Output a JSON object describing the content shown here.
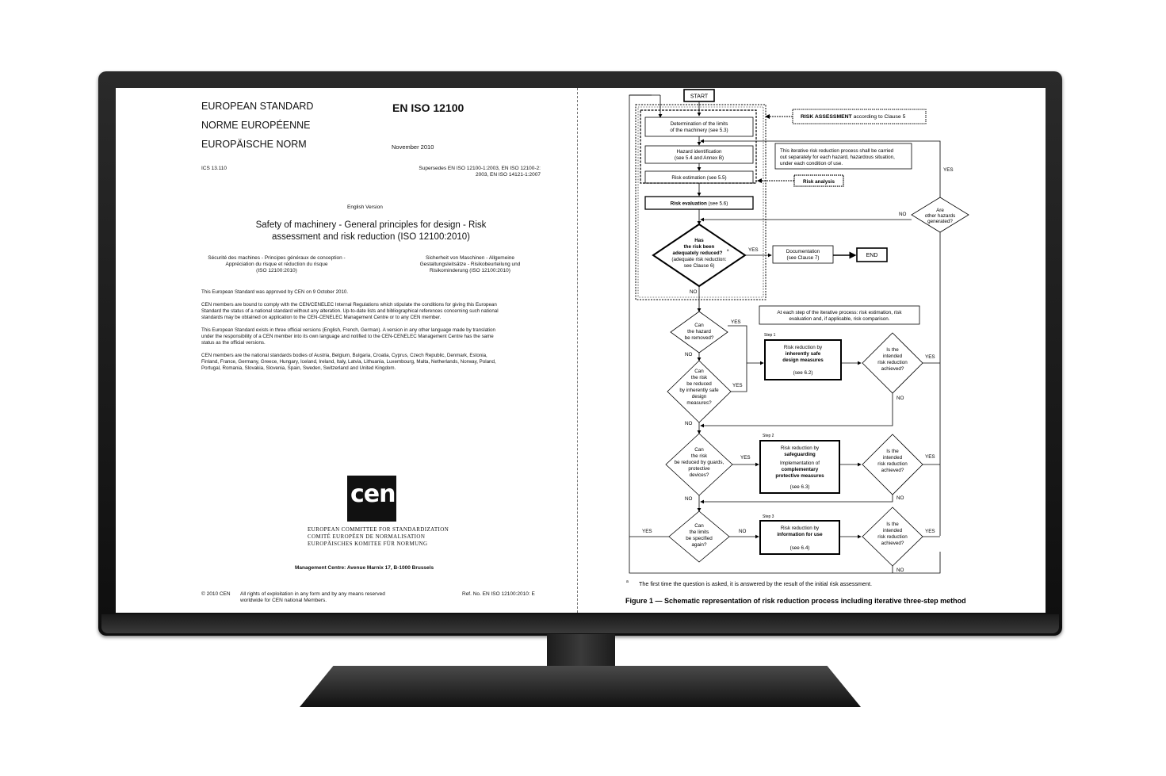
{
  "left_page": {
    "standard_names": [
      "EUROPEAN STANDARD",
      "NORME EUROPÉENNE",
      "EUROPÄISCHE NORM"
    ],
    "standard_number": "EN ISO 12100",
    "date": "November 2010",
    "ics": "ICS 13.110",
    "supersedes": [
      "Supersedes EN ISO 12100-1:2003, EN ISO 12100-2:",
      "2003, EN ISO 14121-1:2007"
    ],
    "english_version": "English Version",
    "title": [
      "Safety of machinery - General principles for design - Risk",
      "assessment and risk reduction (ISO 12100:2010)"
    ],
    "title_fr": [
      "Sécurité des machines - Principes généraux de conception -",
      "Appréciation du risque et réduction du risque",
      "(ISO 12100:2010)"
    ],
    "title_de": [
      "Sicherheit von Maschinen - Allgemeine",
      "Gestaltungsleitsätze - Risikobeurteilung und",
      "Risikominderung (ISO 12100:2010)"
    ],
    "approval": "This European Standard was approved by CEN on 9 October 2010.",
    "para_members": [
      "CEN members are bound to comply with the CEN/CENELEC Internal Regulations which stipulate the conditions for giving this European",
      "Standard the status of a national standard without any alteration. Up-to-date lists and bibliographical references concerning such national",
      "standards may be obtained on application to the CEN-CENELEC Management Centre or to any CEN member."
    ],
    "para_versions": [
      "This European Standard exists in three official versions (English, French, German). A version in any other language made by translation",
      "under the responsibility of a CEN member into its own language and notified to the CEN-CENELEC Management Centre has the same",
      "status as the official versions."
    ],
    "para_bodies": [
      "CEN members are the national standards bodies of Austria, Belgium, Bulgaria, Croatia, Cyprus, Czech Republic, Denmark, Estonia,",
      "Finland, France, Germany, Greece, Hungary, Iceland, Ireland, Italy, Latvia, Lithuania, Luxembourg, Malta, Netherlands, Norway, Poland,",
      "Portugal, Romania, Slovakia, Slovenia, Spain, Sweden, Switzerland and United Kingdom."
    ],
    "logo_text": "cen",
    "org_names": [
      "EUROPEAN COMMITTEE FOR STANDARDIZATION",
      "COMITÉ EUROPÉEN DE NORMALISATION",
      "EUROPÄISCHES KOMITEE FÜR NORMUNG"
    ],
    "management_centre": "Management Centre:  Avenue Marnix 17,  B-1000 Brussels",
    "copyright": "© 2010 CEN",
    "rights": [
      "All rights of exploitation in any form and by any means reserved",
      "worldwide for CEN national Members."
    ],
    "ref_no": "Ref. No. EN ISO 12100:2010: E"
  },
  "flowchart": {
    "start": "START",
    "end": "END",
    "risk_assessment": [
      "RISK ASSESSMENT",
      " according to Clause 5"
    ],
    "determination": [
      "Determination of the limits",
      "of the machinery (see 5.3)"
    ],
    "hazard_id": [
      "Hazard identification",
      "(see 5.4 and Annex B)"
    ],
    "risk_estimation": "Risk estimation (see 5.5)",
    "risk_evaluation": [
      "Risk evaluation",
      " (see 5.6)"
    ],
    "risk_analysis": "Risk analysis",
    "iterative_note": [
      "This iterative risk reduction process shall be carried",
      "out separately for each hazard, hazardous situation,",
      "under each condition of use."
    ],
    "other_hazards": [
      "Are",
      "other hazards",
      "generated?"
    ],
    "adequately": [
      "Has",
      "the risk been",
      "adequately reduced?",
      "(adequate risk reduction:",
      "see Clause 6)"
    ],
    "adequately_sup": "a",
    "documentation": [
      "Documentation",
      "(see Clause 7)"
    ],
    "each_step_note": [
      "At each step of the iterative process: risk estimation, risk",
      "evaluation and, if applicable, risk comparison."
    ],
    "hazard_removed": [
      "Can",
      "the hazard",
      "be removed?"
    ],
    "inherently_q": [
      "Can",
      "the risk",
      "be reduced",
      "by inherently safe",
      "design",
      "measures?"
    ],
    "step1": "Step 1",
    "step1_box": [
      "Risk reduction by",
      "inherently safe",
      "design measures",
      "(see 6.2)"
    ],
    "guards_q": [
      "Can",
      "the risk",
      "be reduced by guards,",
      "protective",
      "devices?"
    ],
    "step2": "Step 2",
    "step2_box": [
      "Risk reduction by",
      "safeguarding",
      "Implementation of",
      "complementary",
      "protective measures",
      "(see 6.3)"
    ],
    "limits_q": [
      "Can",
      "the limits",
      "be specified",
      "again?"
    ],
    "step3": "Step 3",
    "step3_box": [
      "Risk reduction by",
      "information for use",
      "(see 6.4)"
    ],
    "intended_q": [
      "Is the",
      "intended",
      "risk reduction",
      "achieved?"
    ],
    "yes": "YES",
    "no": "NO",
    "footnote_mark": "a",
    "footnote": "The first time the question is asked, it is answered by the result of the initial risk assessment.",
    "caption": "Figure 1 — Schematic representation of risk reduction process including iterative three-step method"
  }
}
